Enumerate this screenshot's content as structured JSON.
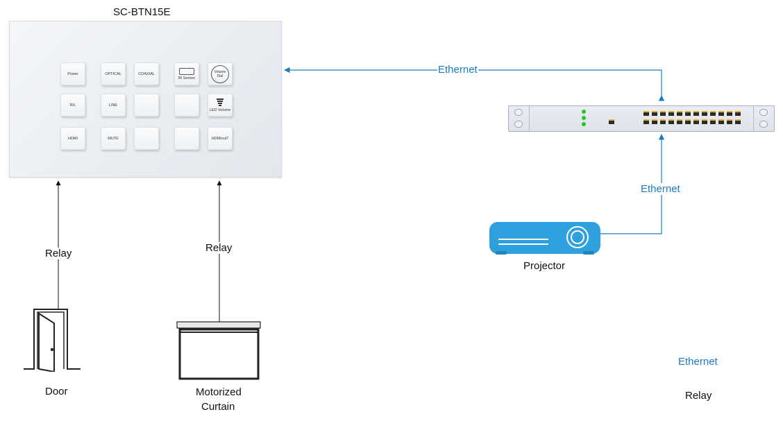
{
  "panel": {
    "title": "SC-BTN15E",
    "buttons": {
      "power": "Power",
      "optical": "OPTICAL",
      "coaxial": "COAXIAL",
      "ir_sensor": "IR Sensor",
      "volume_dial": "Volume Dial",
      "rl": "R/L",
      "line": "LINE",
      "led_volume": "LED Volume",
      "hdmi": "HDMI",
      "mute": "MUTE",
      "hdmi_out": "HDMIout7"
    }
  },
  "devices": {
    "projector": "Projector",
    "door": "Door",
    "curtain_line1": "Motorized",
    "curtain_line2": "Curtain"
  },
  "connections": {
    "ethernet_top": "Ethernet",
    "ethernet_right": "Ethernet",
    "relay_door": "Relay",
    "relay_curtain": "Relay"
  },
  "legend": {
    "ethernet": "Ethernet",
    "relay": "Relay"
  },
  "colors": {
    "ethernet": "#1a7bc0",
    "relay": "#111111",
    "projector": "#2ea0dd",
    "switch_led": "#27c42b",
    "port_accent": "#e6b020"
  }
}
